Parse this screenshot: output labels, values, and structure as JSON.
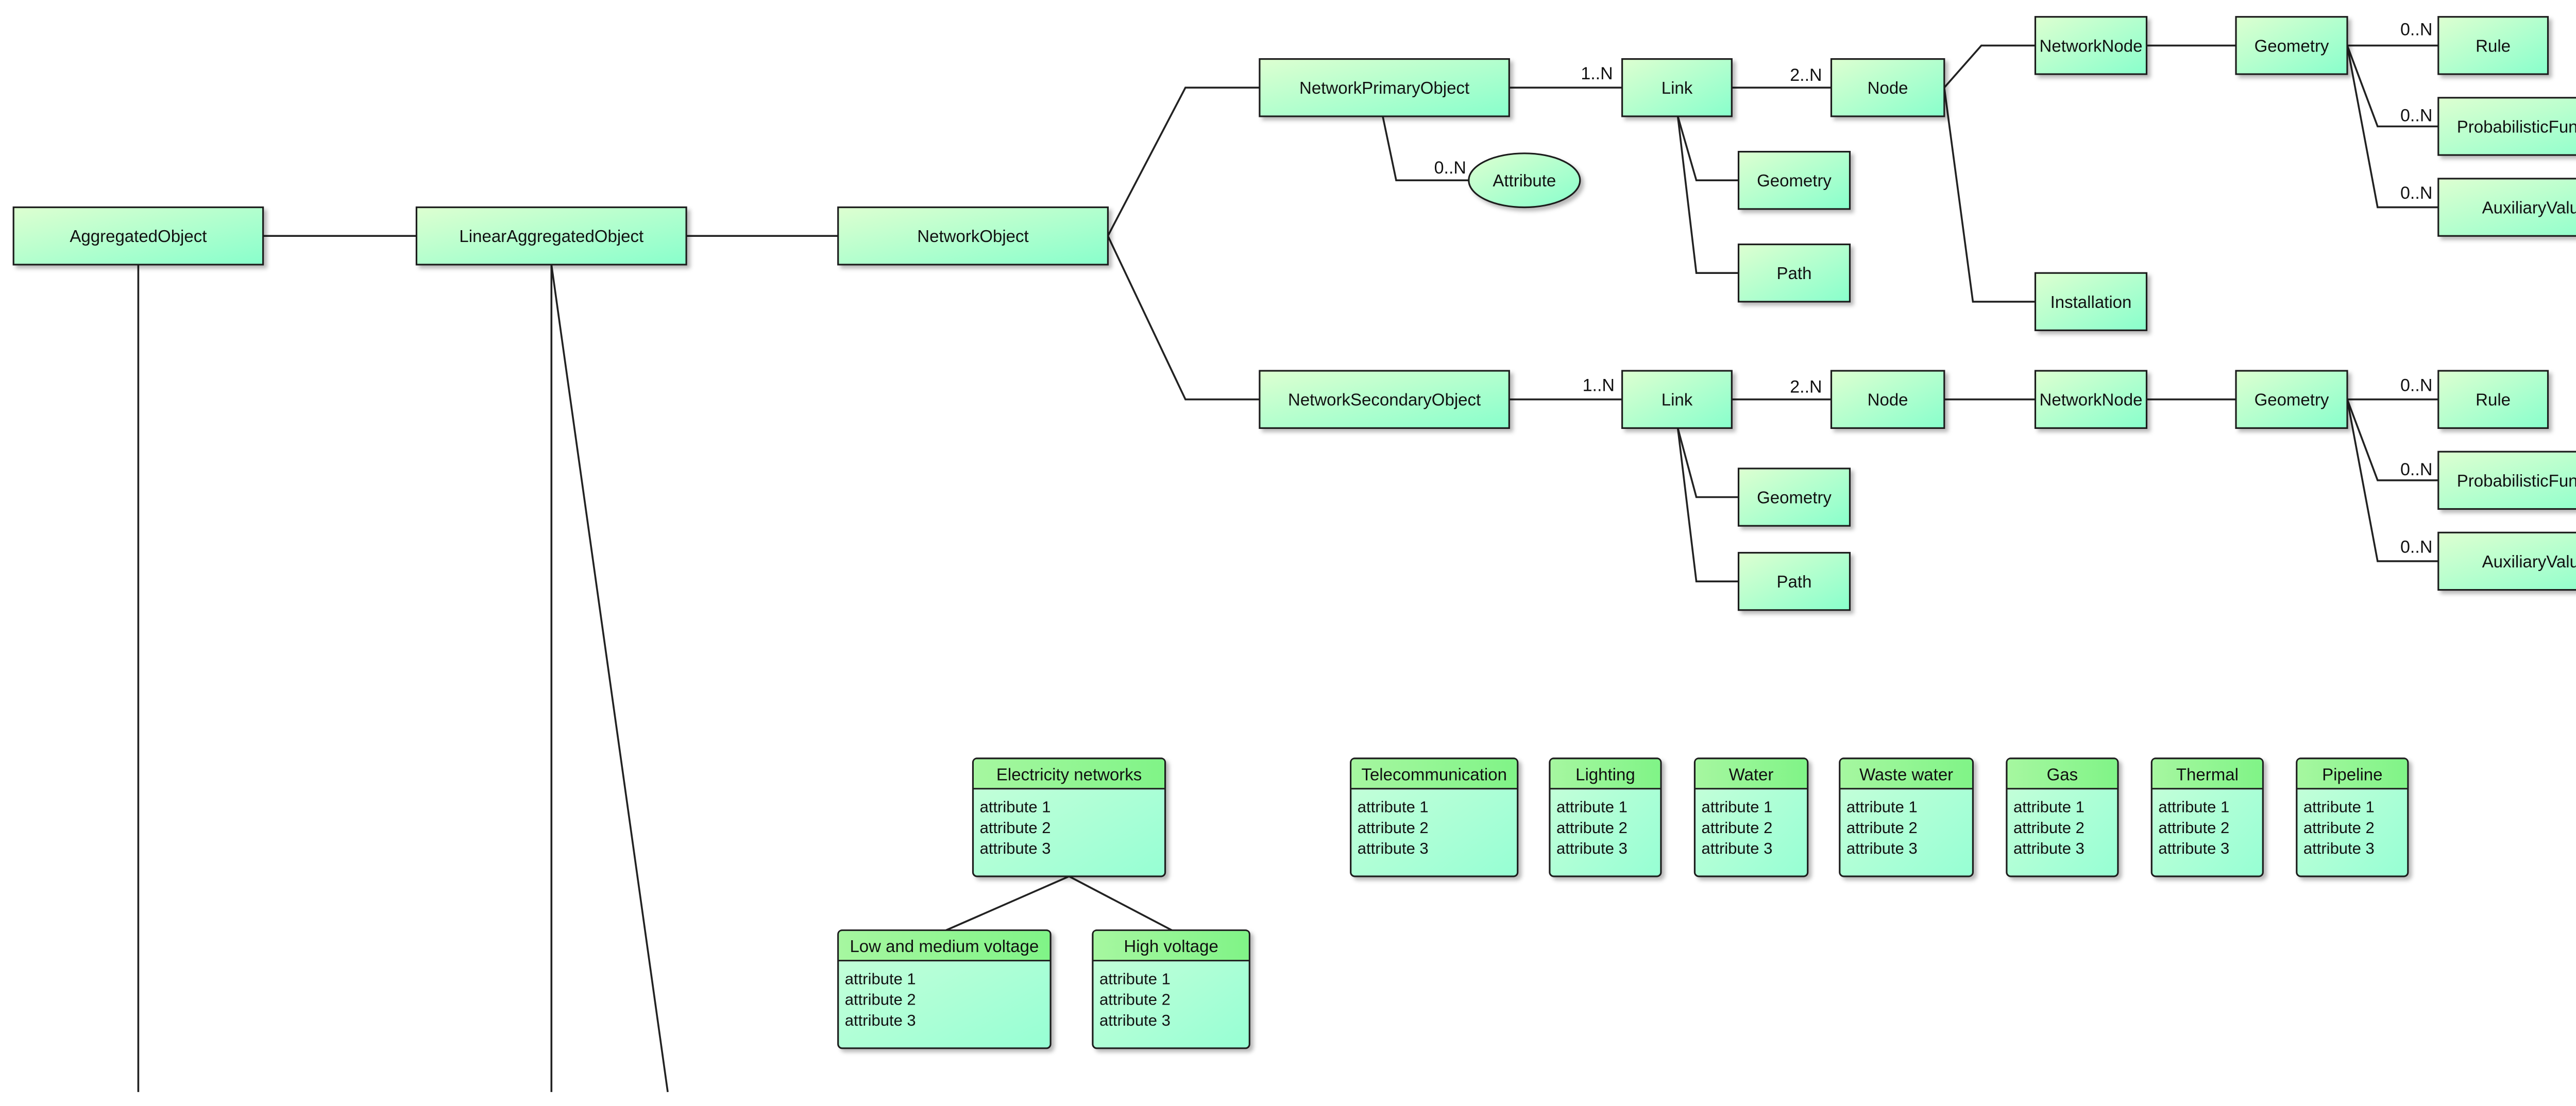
{
  "diagram": {
    "boxes": {
      "aggregatedObject": "AggregatedObject",
      "linearAggregatedObject": "LinearAggregatedObject",
      "networkObject": "NetworkObject",
      "networkPrimaryObject": "NetworkPrimaryObject",
      "networkSecondaryObject": "NetworkSecondaryObject",
      "link": "Link",
      "node": "Node",
      "networkNode": "NetworkNode",
      "geometry": "Geometry",
      "path": "Path",
      "installation": "Installation",
      "rule": "Rule",
      "probabilisticFunction": "ProbabilisticFunction",
      "auxiliaryValue": "AuxiliaryValue",
      "attributeEllipse": "Attribute"
    },
    "multiplicities": {
      "zeroToN": "0..N",
      "oneToN": "1..N",
      "twoToN": "2..N"
    },
    "classes": [
      {
        "name": "Electricity networks",
        "attributes": [
          "attribute 1",
          "attribute 2",
          "attribute 3"
        ]
      },
      {
        "name": "Low and medium voltage",
        "attributes": [
          "attribute 1",
          "attribute 2",
          "attribute 3"
        ]
      },
      {
        "name": "High voltage",
        "attributes": [
          "attribute 1",
          "attribute 2",
          "attribute 3"
        ]
      },
      {
        "name": "Telecommunication",
        "attributes": [
          "attribute 1",
          "attribute 2",
          "attribute 3"
        ]
      },
      {
        "name": "Lighting",
        "attributes": [
          "attribute 1",
          "attribute 2",
          "attribute 3"
        ]
      },
      {
        "name": "Water",
        "attributes": [
          "attribute 1",
          "attribute 2",
          "attribute 3"
        ]
      },
      {
        "name": "Waste water",
        "attributes": [
          "attribute 1",
          "attribute 2",
          "attribute 3"
        ]
      },
      {
        "name": "Gas",
        "attributes": [
          "attribute 1",
          "attribute 2",
          "attribute 3"
        ]
      },
      {
        "name": "Thermal",
        "attributes": [
          "attribute 1",
          "attribute 2",
          "attribute 3"
        ]
      },
      {
        "name": "Pipeline",
        "attributes": [
          "attribute 1",
          "attribute 2",
          "attribute 3"
        ]
      }
    ],
    "colors": {
      "boxFillLight": "#ddffd0",
      "boxFillDark": "#88ffcc",
      "headerFill": "#90f590",
      "bodyFillLight": "#bcffd8",
      "bodyFillDark": "#9dffd6",
      "stroke": "#1f1f1f",
      "line": "#222222"
    }
  }
}
